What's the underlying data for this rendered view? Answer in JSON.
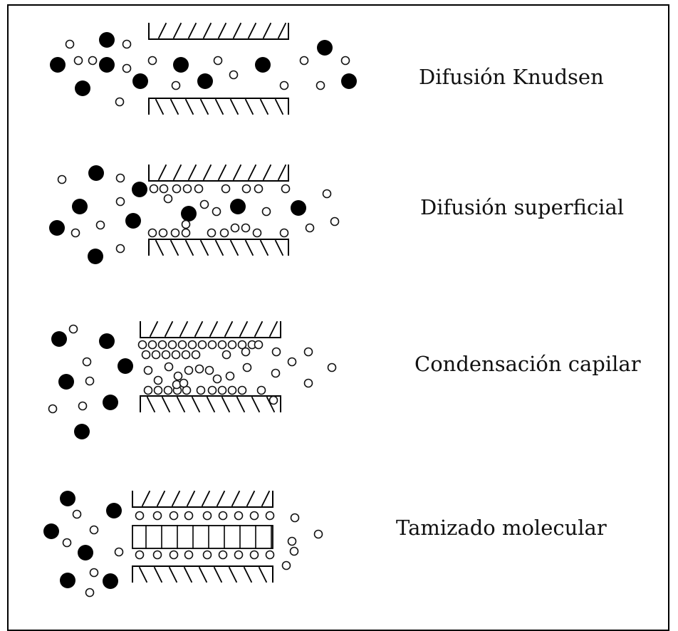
{
  "colors": {
    "border": "#000000",
    "large_molecule": "#000000",
    "small_molecule_fill": "#ffffff",
    "small_molecule_stroke": "#111111",
    "pore_wall": "#000000"
  },
  "panels": [
    {
      "id": "knudsen",
      "label": "Difusión Knudsen"
    },
    {
      "id": "superficial",
      "label": "Difusión superficial"
    },
    {
      "id": "capilar",
      "label": "Condensación capilar"
    },
    {
      "id": "tamizado",
      "label": "Tamizado molecular"
    }
  ],
  "icons": {
    "large_molecule": "filled-circle",
    "small_molecule": "hollow-circle",
    "pore_wall": "hatched-wall"
  }
}
